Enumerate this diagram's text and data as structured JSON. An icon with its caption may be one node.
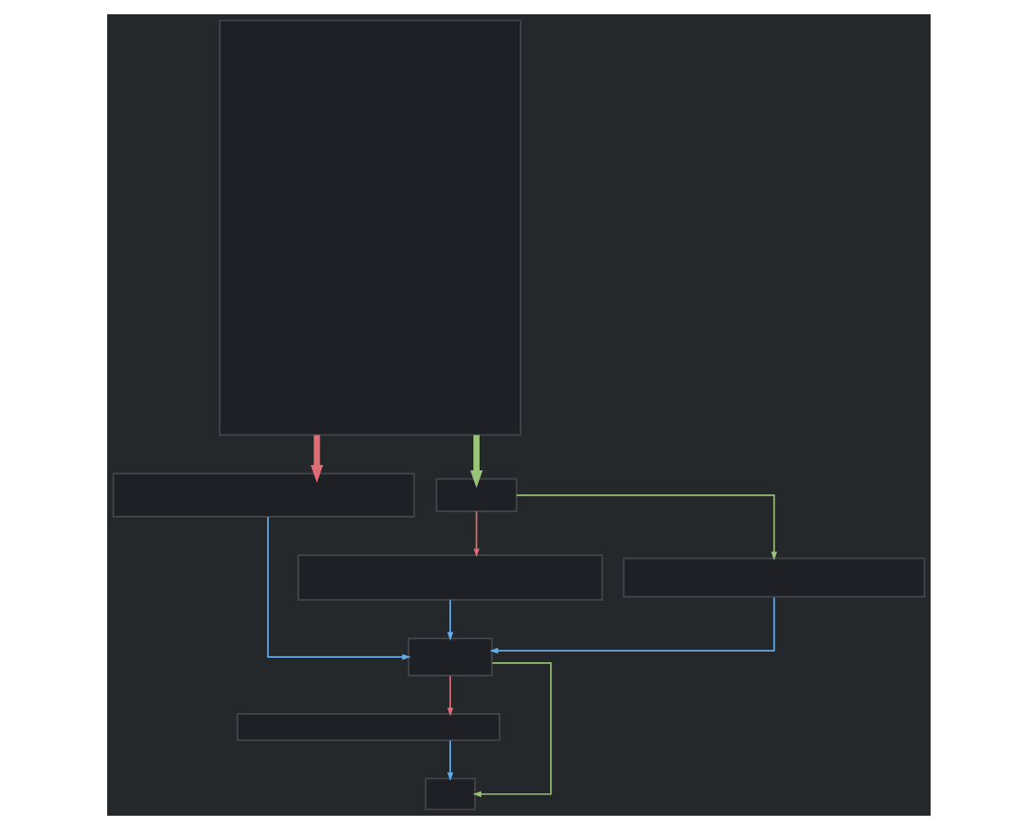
{
  "diagram": {
    "nodes": [
      {
        "text": [],
        "shape": "box"
      },
      {
        "text": [],
        "shape": "box"
      },
      {
        "text": [],
        "shape": "box"
      },
      {
        "text": [],
        "shape": "box"
      },
      {
        "text": [],
        "shape": "box"
      },
      {
        "text": [],
        "shape": "box"
      },
      {
        "text": [],
        "shape": "box"
      },
      {
        "text": [],
        "shape": "box"
      }
    ],
    "edges": [
      {
        "from": 0,
        "to": 1,
        "arrow": "to",
        "style": "thick",
        "color": "#e06c75"
      },
      {
        "from": 0,
        "to": 2,
        "arrow": "to",
        "style": "thick",
        "color": "#98c379"
      },
      {
        "from": 2,
        "to": 3,
        "arrow": "to",
        "color": "#e06c75"
      },
      {
        "from": 2,
        "to": 4,
        "arrow": "to",
        "color": "#98c379"
      },
      {
        "from": 1,
        "to": 5,
        "arrow": "to",
        "color": "#61afef"
      },
      {
        "from": 3,
        "to": 5,
        "arrow": "to",
        "color": "#61afef"
      },
      {
        "from": 4,
        "to": 5,
        "arrow": "to",
        "color": "#61afef"
      },
      {
        "from": 5,
        "to": 6,
        "arrow": "to",
        "color": "#e06c75"
      },
      {
        "from": 5,
        "to": 7,
        "arrow": "to",
        "color": "#98c379"
      },
      {
        "from": 6,
        "to": 7,
        "arrow": "to",
        "color": "#61afef"
      }
    ]
  }
}
